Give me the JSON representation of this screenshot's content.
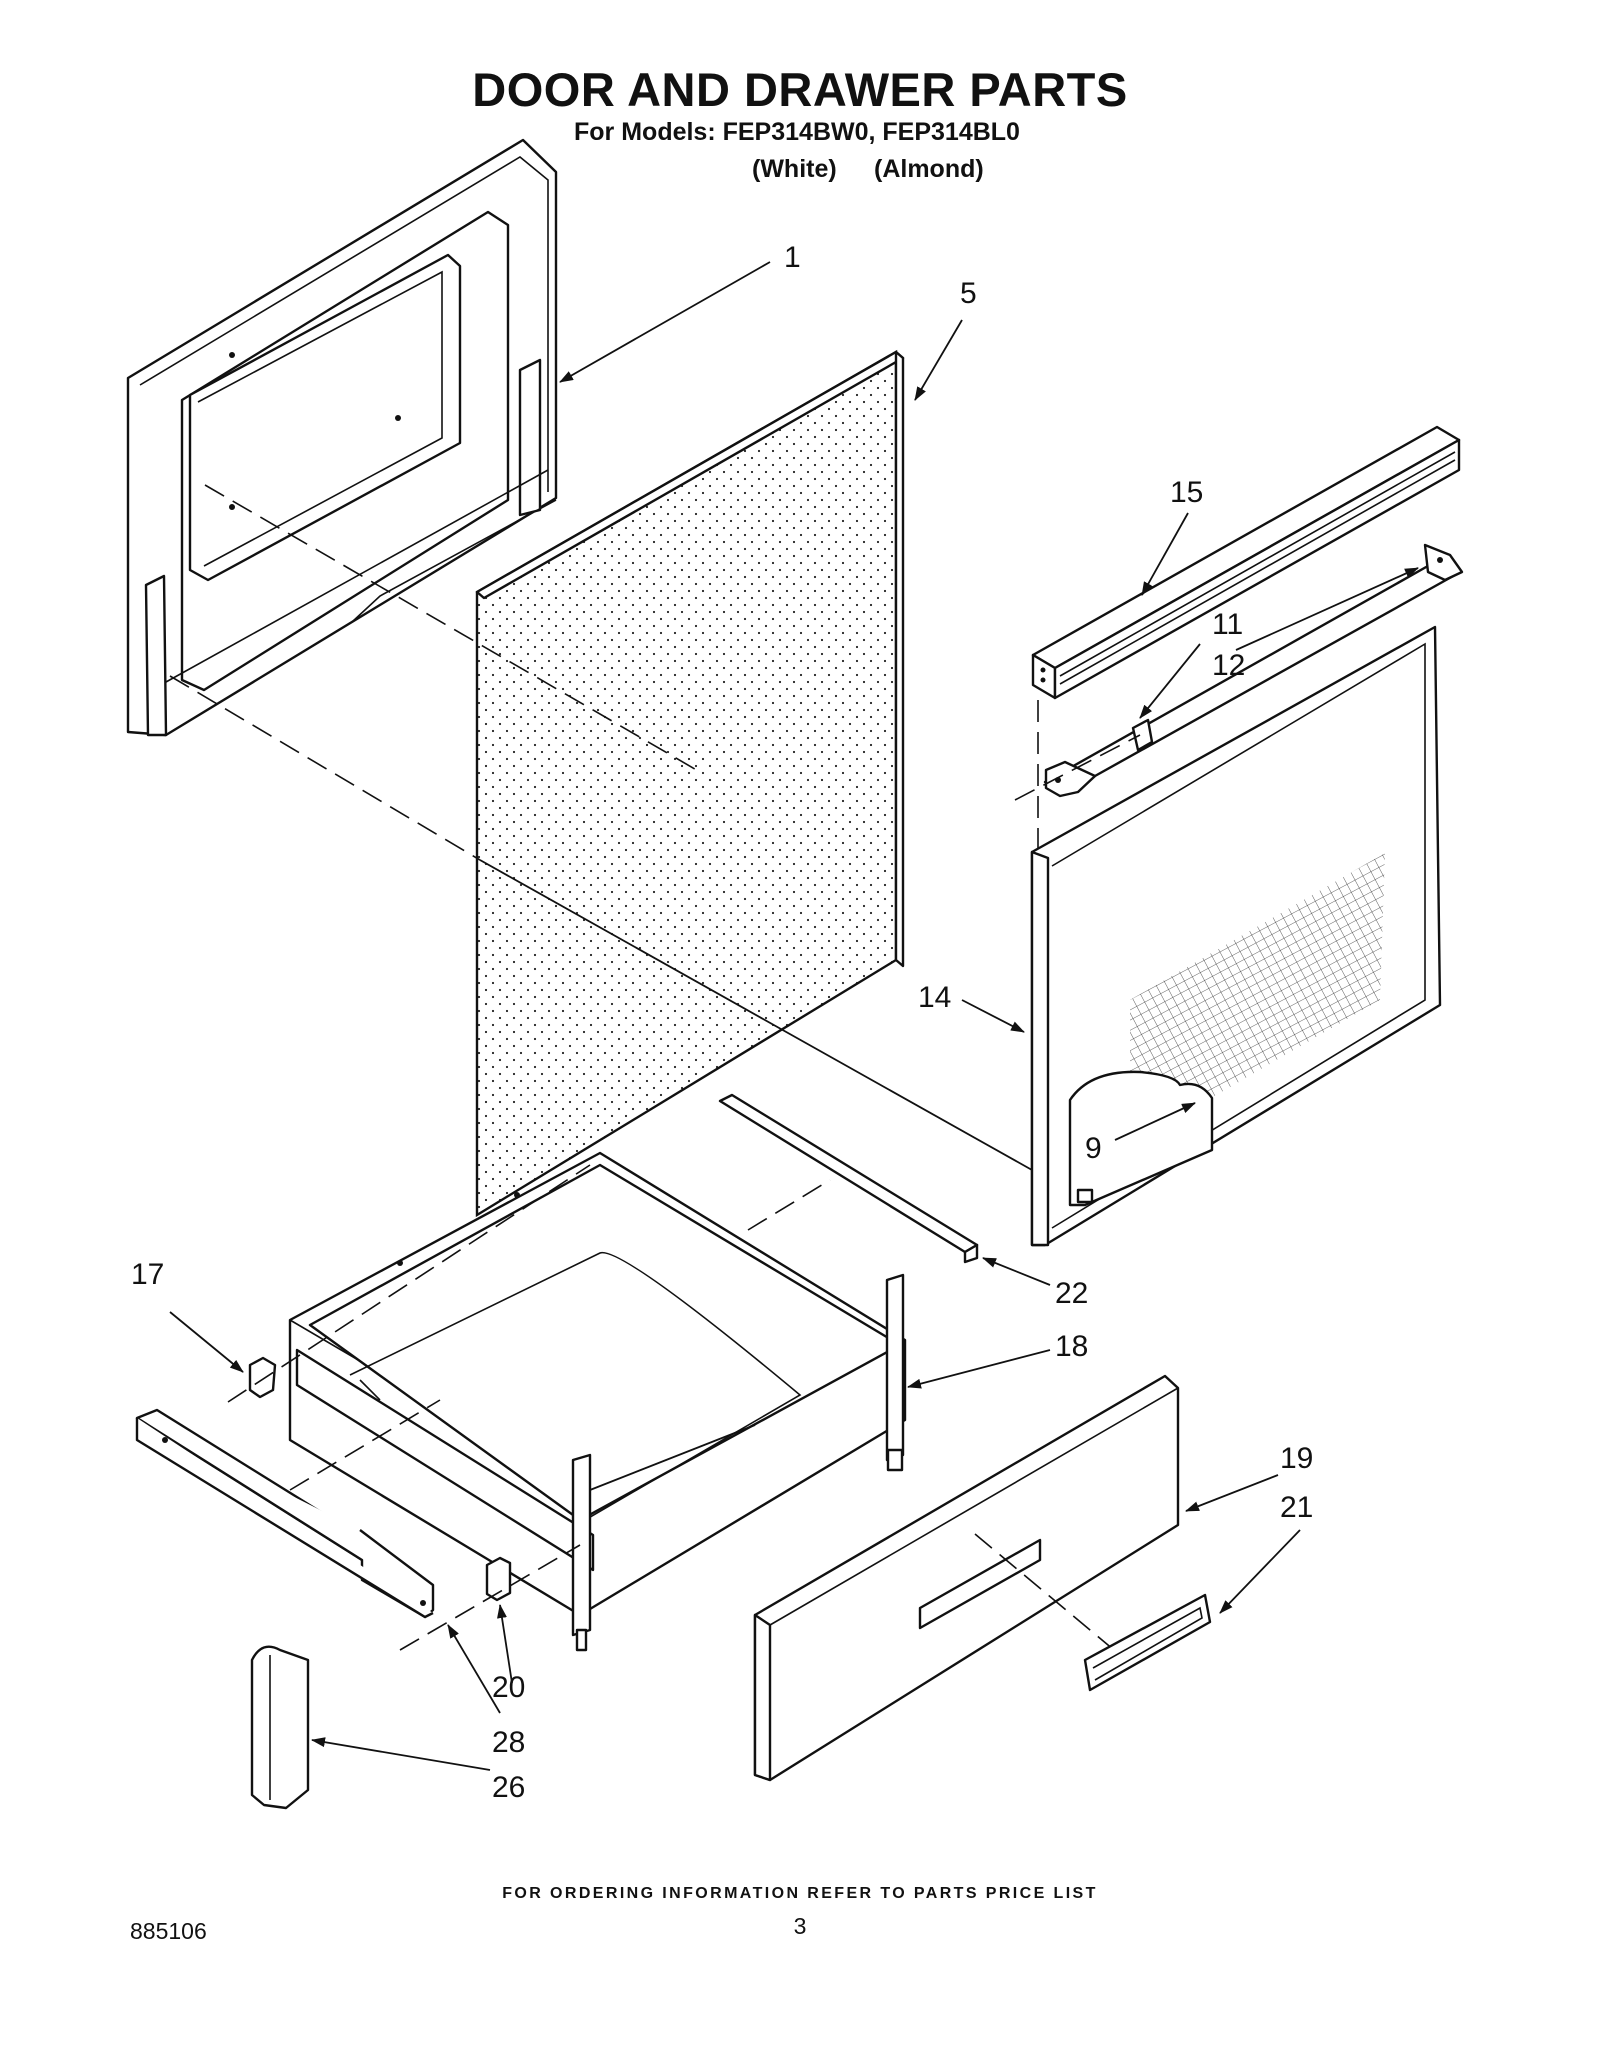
{
  "header": {
    "title": "DOOR AND DRAWER PARTS",
    "models_line": "For Models: FEP314BW0, FEP314BL0",
    "variant_white": "(White)",
    "variant_almond": "(Almond)"
  },
  "callouts": [
    "1",
    "5",
    "15",
    "11",
    "12",
    "14",
    "9",
    "17",
    "22",
    "18",
    "19",
    "21",
    "20",
    "28",
    "26"
  ],
  "footer": {
    "ordering_note": "FOR ORDERING INFORMATION REFER TO PARTS PRICE LIST",
    "doc_number": "885106",
    "page_number": "3"
  }
}
